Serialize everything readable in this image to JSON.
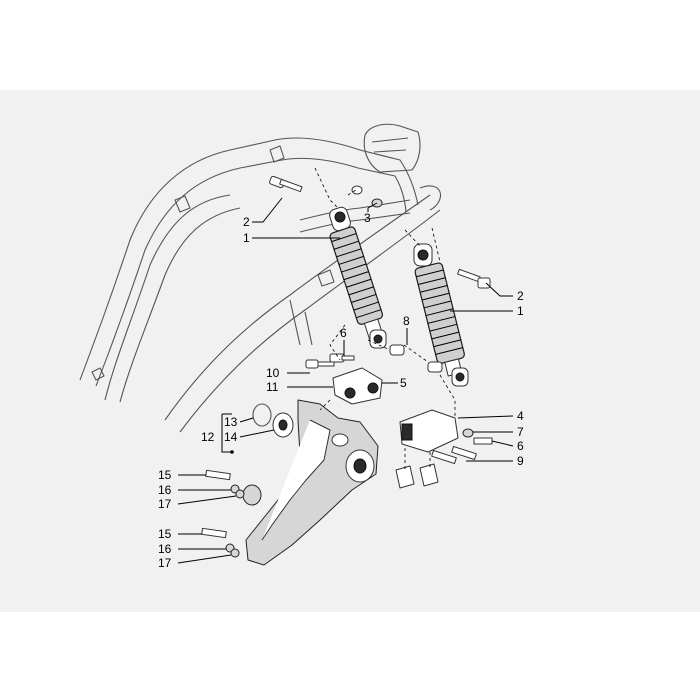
{
  "callouts": {
    "c1a": "1",
    "c2a": "2",
    "c3": "3",
    "c1b": "1",
    "c2b": "2",
    "c4": "4",
    "c5": "5",
    "c6a": "6",
    "c6b": "6",
    "c7": "7",
    "c8": "8",
    "c9": "9",
    "c10": "10",
    "c11": "11",
    "c12": "12",
    "c13": "13",
    "c14": "14",
    "c15a": "15",
    "c16a": "16",
    "c17a": "17",
    "c15b": "15",
    "c16b": "16",
    "c17b": "17"
  }
}
